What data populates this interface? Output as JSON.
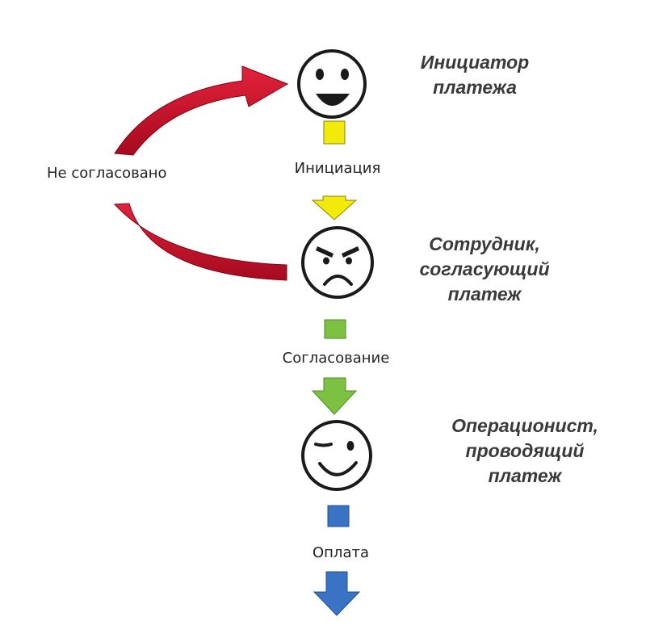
{
  "actors": {
    "initiator": {
      "line1": "Инициатор",
      "line2": "платежа"
    },
    "approver": {
      "line1": "Сотрудник,",
      "line2": "согласующий",
      "line3": "платеж"
    },
    "operator": {
      "line1": "Операционист,",
      "line2": "проводящий",
      "line3": "платеж"
    }
  },
  "steps": {
    "initiation": "Инициация",
    "approval": "Согласование",
    "payment": "Оплата"
  },
  "loop": {
    "label": "Не согласовано"
  },
  "colors": {
    "initiation": "#f2ea0a",
    "approval": "#7cc142",
    "payment": "#3a72c4",
    "loop_arrow": "#c8102e",
    "outline": "#1a1a1a"
  },
  "icons": {
    "initiator": "happy-face-icon",
    "approver": "angry-face-icon",
    "operator": "winking-face-icon"
  }
}
